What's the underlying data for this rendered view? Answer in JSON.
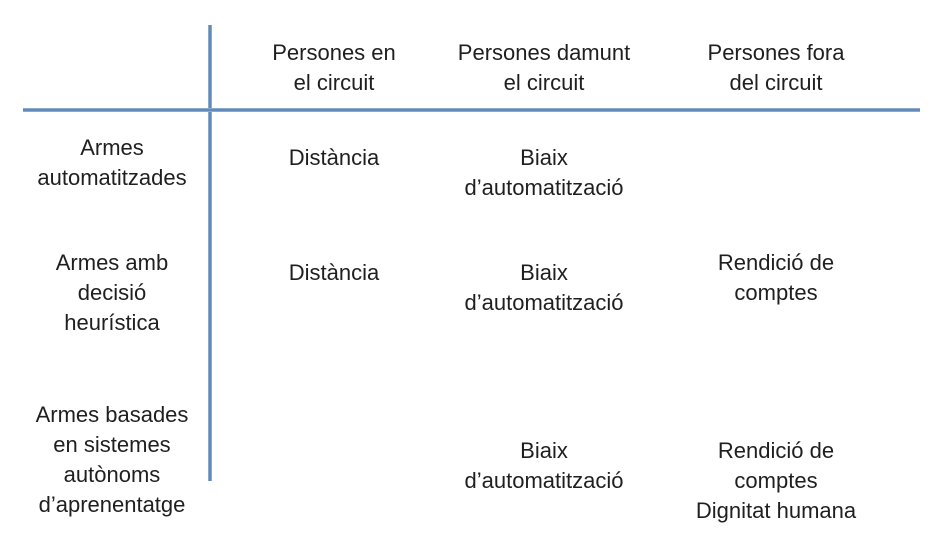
{
  "theme": {
    "line_color": "#5f8ab9",
    "text_color": "#1f1f1f",
    "background": "#ffffff"
  },
  "matrix": {
    "col_headers": [
      {
        "lines": [
          "Persones en",
          "el circuit"
        ]
      },
      {
        "lines": [
          "Persones damunt",
          "el circuit"
        ]
      },
      {
        "lines": [
          "Persones fora",
          "del circuit"
        ]
      }
    ],
    "rows": [
      {
        "header": {
          "lines": [
            "Armes",
            "automatitzades"
          ]
        },
        "cells": [
          {
            "lines": [
              "Distància"
            ]
          },
          {
            "lines": [
              "Biaix",
              "d’automatització"
            ]
          },
          {
            "lines": []
          }
        ]
      },
      {
        "header": {
          "lines": [
            "Armes amb",
            "decisió",
            "heurística"
          ]
        },
        "cells": [
          {
            "lines": [
              "Distància"
            ]
          },
          {
            "lines": [
              "Biaix",
              "d’automatització"
            ]
          },
          {
            "lines": [
              "Rendició de",
              "comptes"
            ]
          }
        ]
      },
      {
        "header": {
          "lines": [
            "Armes basades",
            "en sistemes",
            "autònoms",
            "d’aprenentatge"
          ]
        },
        "cells": [
          {
            "lines": []
          },
          {
            "lines": [
              "Biaix",
              "d’automatització"
            ]
          },
          {
            "lines": [
              "Rendició de",
              "comptes",
              "Dignitat humana"
            ]
          }
        ]
      }
    ]
  }
}
